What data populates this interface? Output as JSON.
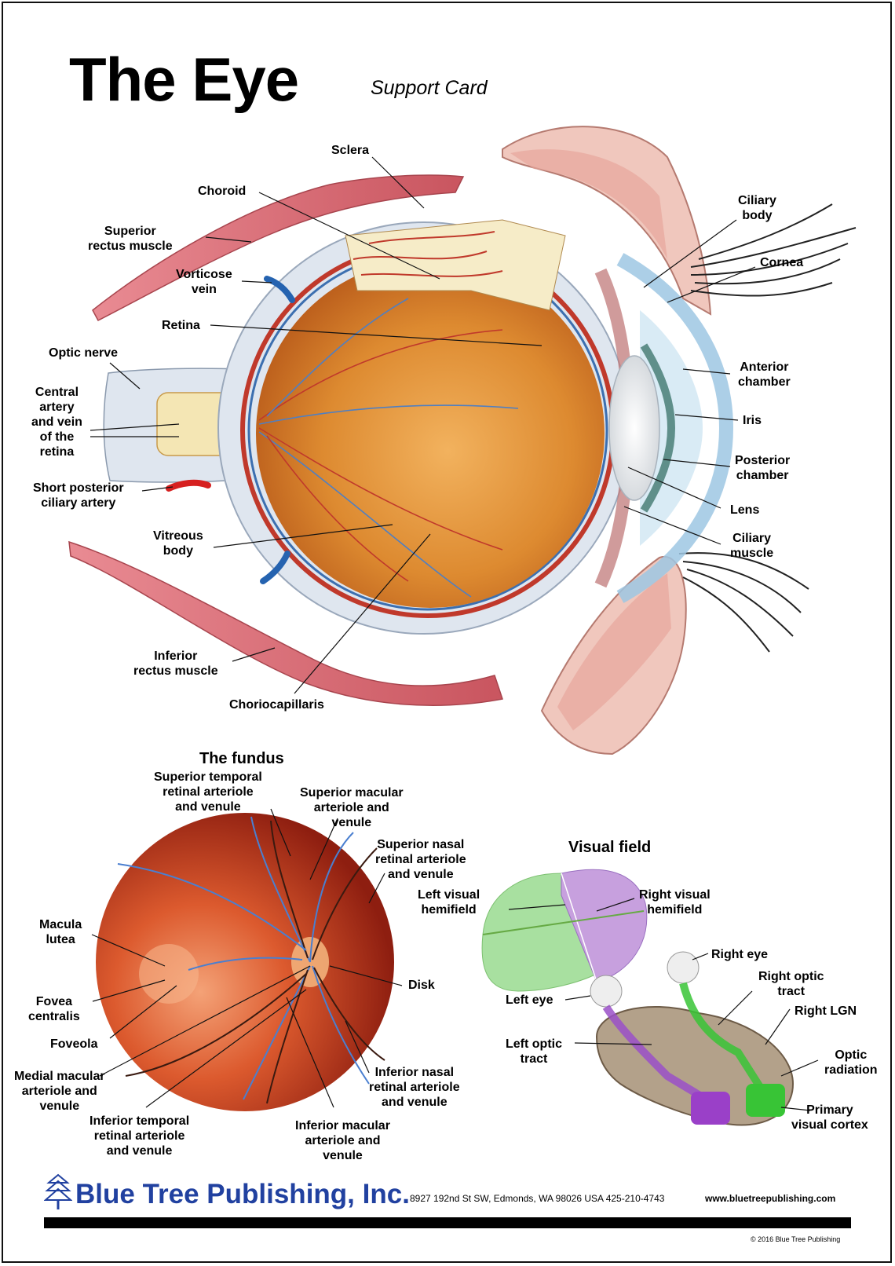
{
  "header": {
    "title": "The Eye",
    "subtitle": "Support Card"
  },
  "eye_labels": {
    "sclera": "Sclera",
    "choroid": "Choroid",
    "superior_rectus": [
      "Superior",
      "rectus muscle"
    ],
    "vorticose": [
      "Vorticose",
      "vein"
    ],
    "retina": "Retina",
    "optic_nerve": "Optic nerve",
    "central_artery": [
      "Central",
      "artery",
      "and vein",
      "of the",
      "retina"
    ],
    "short_posterior": [
      "Short posterior",
      "ciliary artery"
    ],
    "vitreous": [
      "Vitreous",
      "body"
    ],
    "inferior_rectus": [
      "Inferior",
      "rectus muscle"
    ],
    "choriocapillaris": "Choriocapillaris",
    "ciliary_body": [
      "Ciliary",
      "body"
    ],
    "cornea": "Cornea",
    "anterior_chamber": [
      "Anterior",
      "chamber"
    ],
    "iris": "Iris",
    "posterior_chamber": [
      "Posterior",
      "chamber"
    ],
    "lens": "Lens",
    "ciliary_muscle": [
      "Ciliary",
      "muscle"
    ]
  },
  "fundus": {
    "title": "The fundus",
    "sup_temporal": [
      "Superior temporal",
      "retinal arteriole",
      "and venule"
    ],
    "sup_macular": [
      "Superior macular",
      "arteriole and",
      "venule"
    ],
    "sup_nasal": [
      "Superior nasal",
      "retinal arteriole",
      "and venule"
    ],
    "macula": [
      "Macula",
      "lutea"
    ],
    "fovea": [
      "Fovea",
      "centralis"
    ],
    "foveola": "Foveola",
    "medial_macular": [
      "Medial macular",
      "arteriole and",
      "venule"
    ],
    "inf_temporal": [
      "Inferior temporal",
      "retinal arteriole",
      "and venule"
    ],
    "inf_macular": [
      "Inferior macular",
      "arteriole and",
      "venule"
    ],
    "inf_nasal": [
      "Inferior nasal",
      "retinal arteriole",
      "and venule"
    ],
    "disk": "Disk"
  },
  "visual_field": {
    "title": "Visual field",
    "left_hemi": [
      "Left visual",
      "hemifield"
    ],
    "right_hemi": [
      "Right visual",
      "hemifield"
    ],
    "right_eye": "Right eye",
    "left_eye": "Left eye",
    "right_optic_tract": [
      "Right optic",
      "tract"
    ],
    "right_lgn": "Right LGN",
    "left_optic_tract": [
      "Left optic",
      "tract"
    ],
    "optic_radiation": [
      "Optic",
      "radiation"
    ],
    "primary_cortex": [
      "Primary",
      "visual cortex"
    ]
  },
  "footer": {
    "company": "Blue Tree Publishing, Inc.",
    "address": "8927 192nd St SW, Edmonds, WA 98026 USA 425-210-4743",
    "website": "www.bluetreepublishing.com",
    "copyright": "© 2016 Blue Tree Publishing"
  },
  "colors": {
    "brand": "#2141a0",
    "vitreous": "#d9822b",
    "muscle": "#d9707a",
    "sclera": "#dfe6ef"
  }
}
